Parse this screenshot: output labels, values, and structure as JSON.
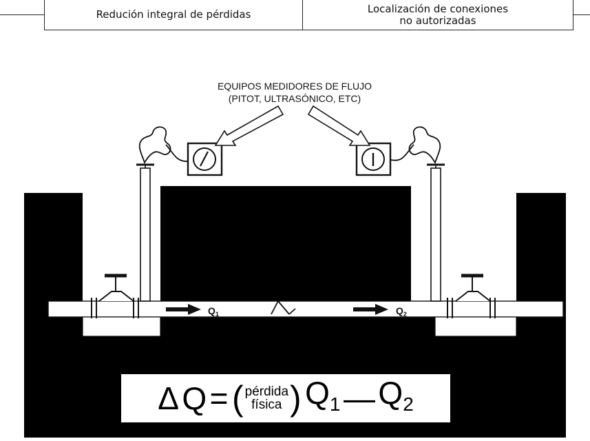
{
  "header": {
    "left_cell": "Redución integral de pérdidas",
    "right_cell_line1": "Localización de conexiones",
    "right_cell_line2": "no autorizadas"
  },
  "diagram": {
    "meters_label_line1": "EQUIPOS MEDIDORES DE FLUJO",
    "meters_label_line2": "(PITOT, ULTRASÓNICO, ETC)",
    "flow_in": {
      "symbol": "Q",
      "subscript": "1"
    },
    "flow_out": {
      "symbol": "Q",
      "subscript": "2"
    }
  },
  "formula": {
    "delta": "Δ",
    "q": "Q",
    "equals": "=",
    "loss_top": "pérdida",
    "loss_bottom": "física",
    "q1": "Q",
    "q1_sub": "1",
    "minus": "—",
    "q2": "Q",
    "q2_sub": "2"
  },
  "colors": {
    "ground": "#000000",
    "line": "#111111",
    "paper": "#ffffff"
  }
}
